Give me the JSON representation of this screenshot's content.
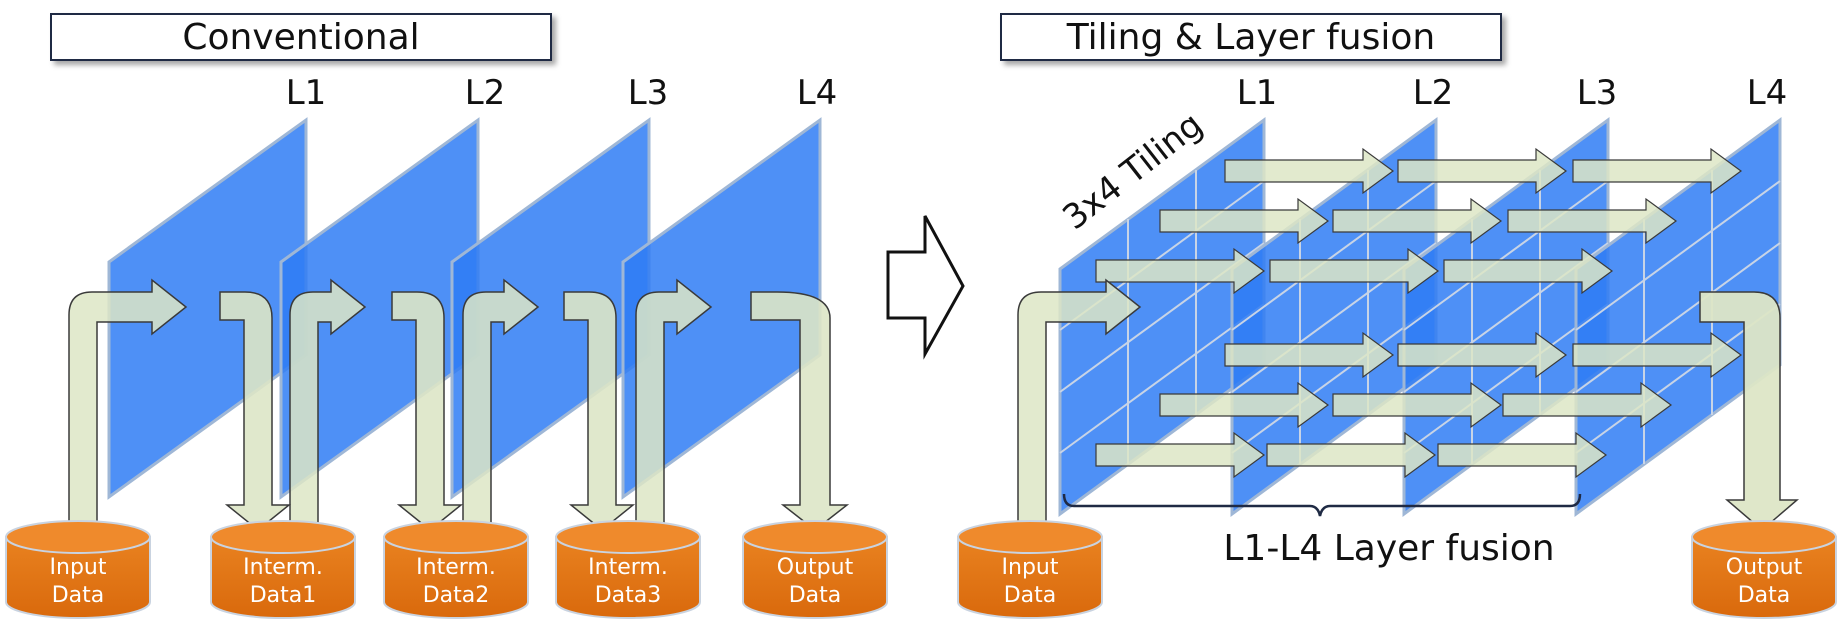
{
  "left_panel": {
    "title": "Conventional",
    "layers": [
      "L1",
      "L2",
      "L3",
      "L4"
    ],
    "storages": [
      {
        "line1": "Input",
        "line2": "Data"
      },
      {
        "line1": "Interm.",
        "line2": "Data1"
      },
      {
        "line1": "Interm.",
        "line2": "Data2"
      },
      {
        "line1": "Interm.",
        "line2": "Data3"
      },
      {
        "line1": "Output",
        "line2": "Data"
      }
    ]
  },
  "right_panel": {
    "title": "Tiling & Layer fusion",
    "layers": [
      "L1",
      "L2",
      "L3",
      "L4"
    ],
    "tiling_label": "3x4 Tiling",
    "fusion_label": "L1-L4 Layer fusion",
    "storages": [
      {
        "line1": "Input",
        "line2": "Data"
      },
      {
        "line1": "Output",
        "line2": "Data"
      }
    ]
  },
  "colors": {
    "plane": "#2f7df5",
    "plane_stroke": "#9fb7d6",
    "arrow_fill": "#dde6c6",
    "arrow_stroke": "#3a3a3a",
    "db_fill": "#e07514",
    "db_top": "#ef8a2c"
  },
  "icons": {
    "transition": "hollow-right-arrow-icon"
  }
}
